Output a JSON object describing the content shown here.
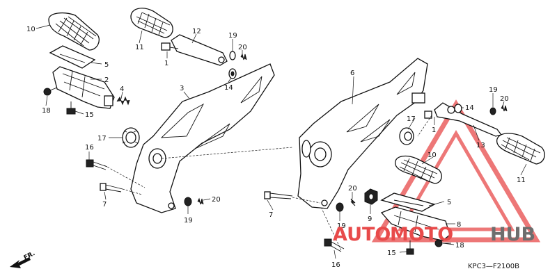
{
  "diagram_code": "KPC3—F2100B",
  "watermark": {
    "part1": "AUTO",
    "part2": "MOTO",
    "part3": "HUB",
    "color_red": "#e84a4a",
    "color_gray": "#6e6e6e"
  },
  "direction": "FR.",
  "callouts": [
    {
      "id": "l10a",
      "text": "10"
    },
    {
      "id": "l11a",
      "text": "11"
    },
    {
      "id": "l12",
      "text": "12"
    },
    {
      "id": "l19a",
      "text": "19"
    },
    {
      "id": "l20a",
      "text": "20"
    },
    {
      "id": "l5a",
      "text": "5"
    },
    {
      "id": "l1a",
      "text": "1"
    },
    {
      "id": "l14a",
      "text": "14"
    },
    {
      "id": "l2",
      "text": "2"
    },
    {
      "id": "l4",
      "text": "4"
    },
    {
      "id": "l18a",
      "text": "18"
    },
    {
      "id": "l15a",
      "text": "15"
    },
    {
      "id": "l3",
      "text": "3"
    },
    {
      "id": "l17a",
      "text": "17"
    },
    {
      "id": "l16a",
      "text": "16"
    },
    {
      "id": "l7a",
      "text": "7"
    },
    {
      "id": "l20b",
      "text": "20"
    },
    {
      "id": "l19b",
      "text": "19"
    },
    {
      "id": "l6",
      "text": "6"
    },
    {
      "id": "l19c",
      "text": "19"
    },
    {
      "id": "l20c",
      "text": "20"
    },
    {
      "id": "l17b",
      "text": "17"
    },
    {
      "id": "l14b",
      "text": "14"
    },
    {
      "id": "l1b",
      "text": "1"
    },
    {
      "id": "l10b",
      "text": "10"
    },
    {
      "id": "l13",
      "text": "13"
    },
    {
      "id": "l11b",
      "text": "11"
    },
    {
      "id": "l20d",
      "text": "20"
    },
    {
      "id": "l7b",
      "text": "7"
    },
    {
      "id": "l9",
      "text": "9"
    },
    {
      "id": "l5b",
      "text": "5"
    },
    {
      "id": "l19d",
      "text": "19"
    },
    {
      "id": "l8",
      "text": "8"
    },
    {
      "id": "l15b",
      "text": "15"
    },
    {
      "id": "l18b",
      "text": "18"
    },
    {
      "id": "l16b",
      "text": "16"
    }
  ]
}
